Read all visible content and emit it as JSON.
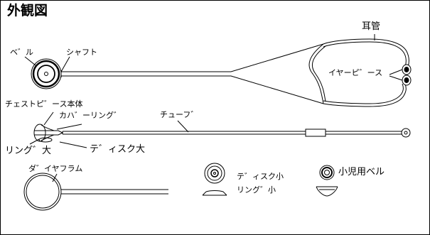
{
  "diagram": {
    "title": "外観図",
    "labels": {
      "bell": "ベ゛ル",
      "shaft": "シャフト",
      "ear_tube": "耳管",
      "ear_piece": "イヤーピ゛ース",
      "chest_piece_body": "チェストピ゛ース本体",
      "cover_ring": "カハ゛ーリング゛",
      "tube": "チューフ゛",
      "ring_large": "リング゛大",
      "disc_large": "テ゛ィスク大",
      "diaphragm": "ダ゛イヤフラム",
      "disc_small": "テ゛ィスク小",
      "ring_small": "リング゛小",
      "pediatric_bell": "小児用ベル"
    }
  }
}
